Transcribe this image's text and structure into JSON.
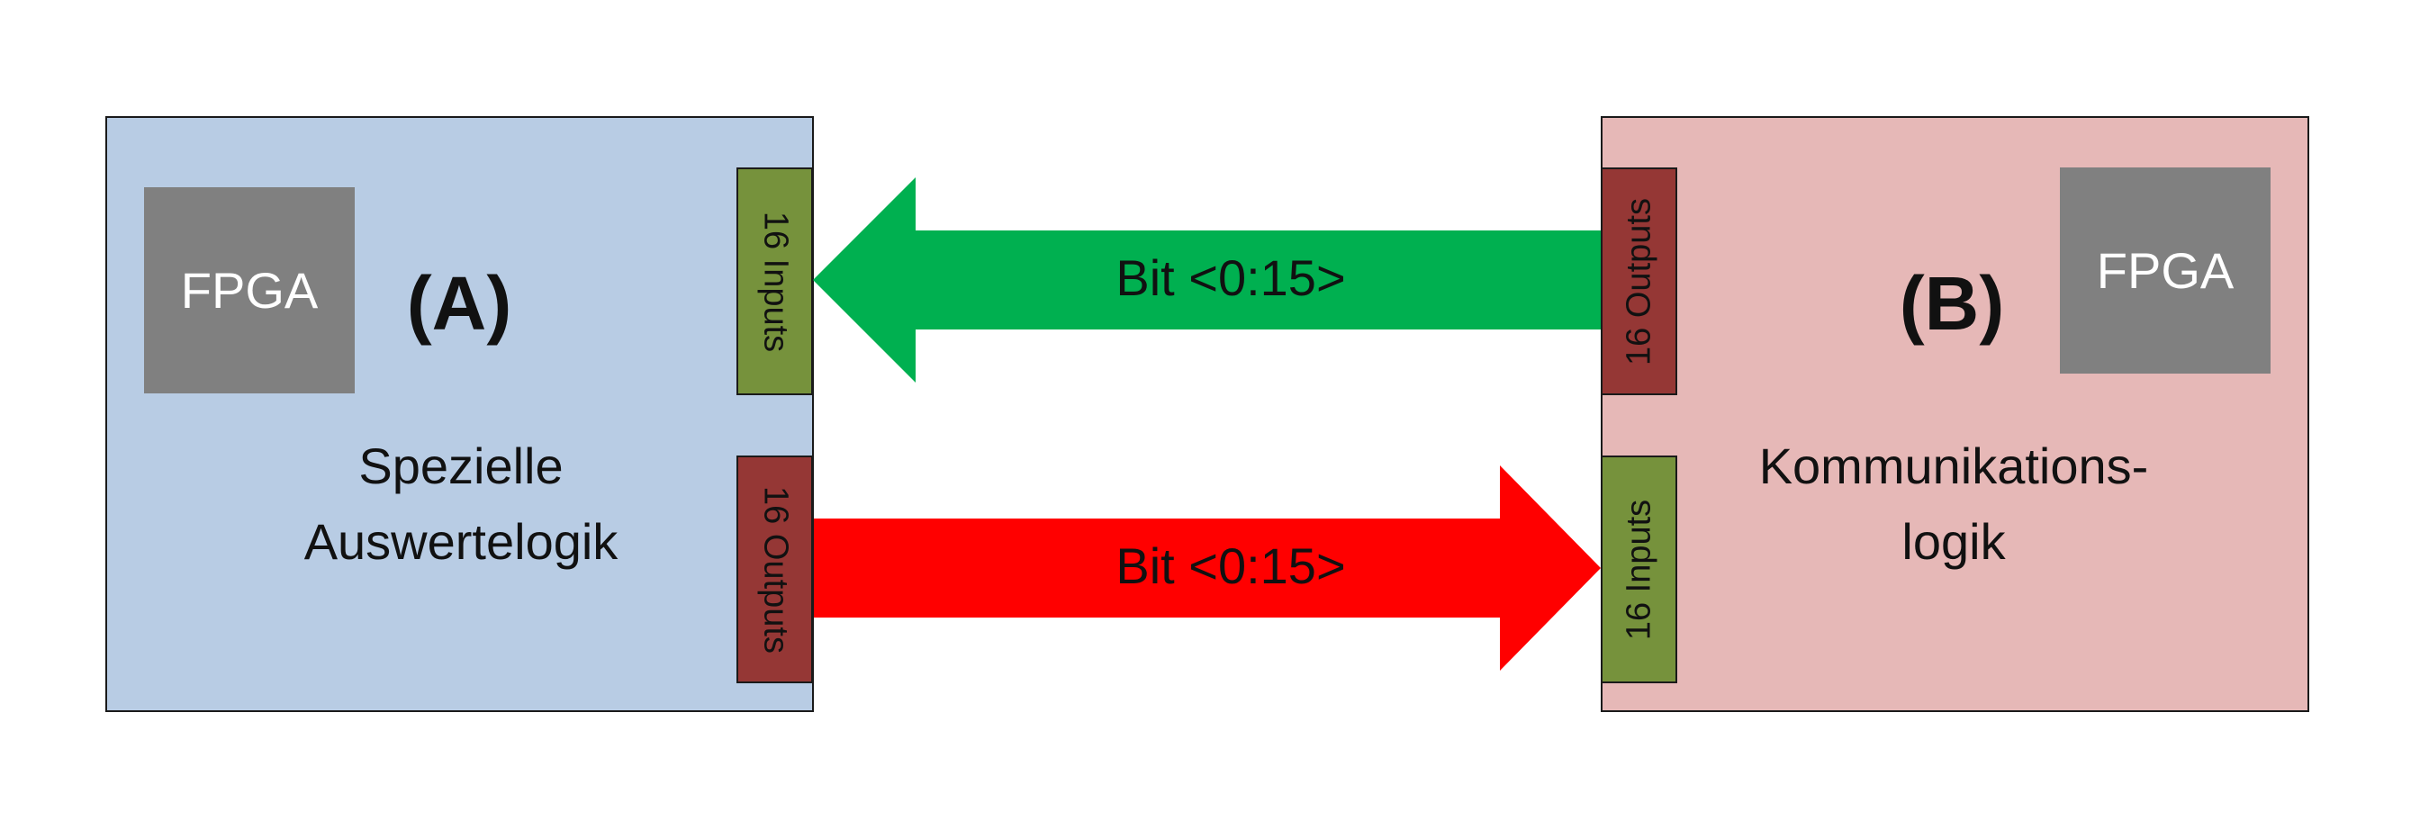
{
  "colors": {
    "block_a_fill": "#b8cce4",
    "block_b_fill": "#e6b8b7",
    "chip_fill": "#808080",
    "input_port_fill": "#76923c",
    "output_port_fill": "#953735",
    "arrow_to_a": "#00b050",
    "arrow_to_b": "#ff0000"
  },
  "block_a": {
    "id": "(A)",
    "chip": "FPGA",
    "description": [
      "Spezielle",
      "Auswertelogik"
    ],
    "input_port": "16 Inputs",
    "output_port": "16 Outputs"
  },
  "block_b": {
    "id": "(B)",
    "chip": "FPGA",
    "description": [
      "Kommunikations-",
      "logik"
    ],
    "output_port": "16 Outputs",
    "input_port": "16 Inputs"
  },
  "arrows": {
    "b_to_a": {
      "label": "Bit <0:15>"
    },
    "a_to_b": {
      "label": "Bit <0:15>"
    }
  }
}
